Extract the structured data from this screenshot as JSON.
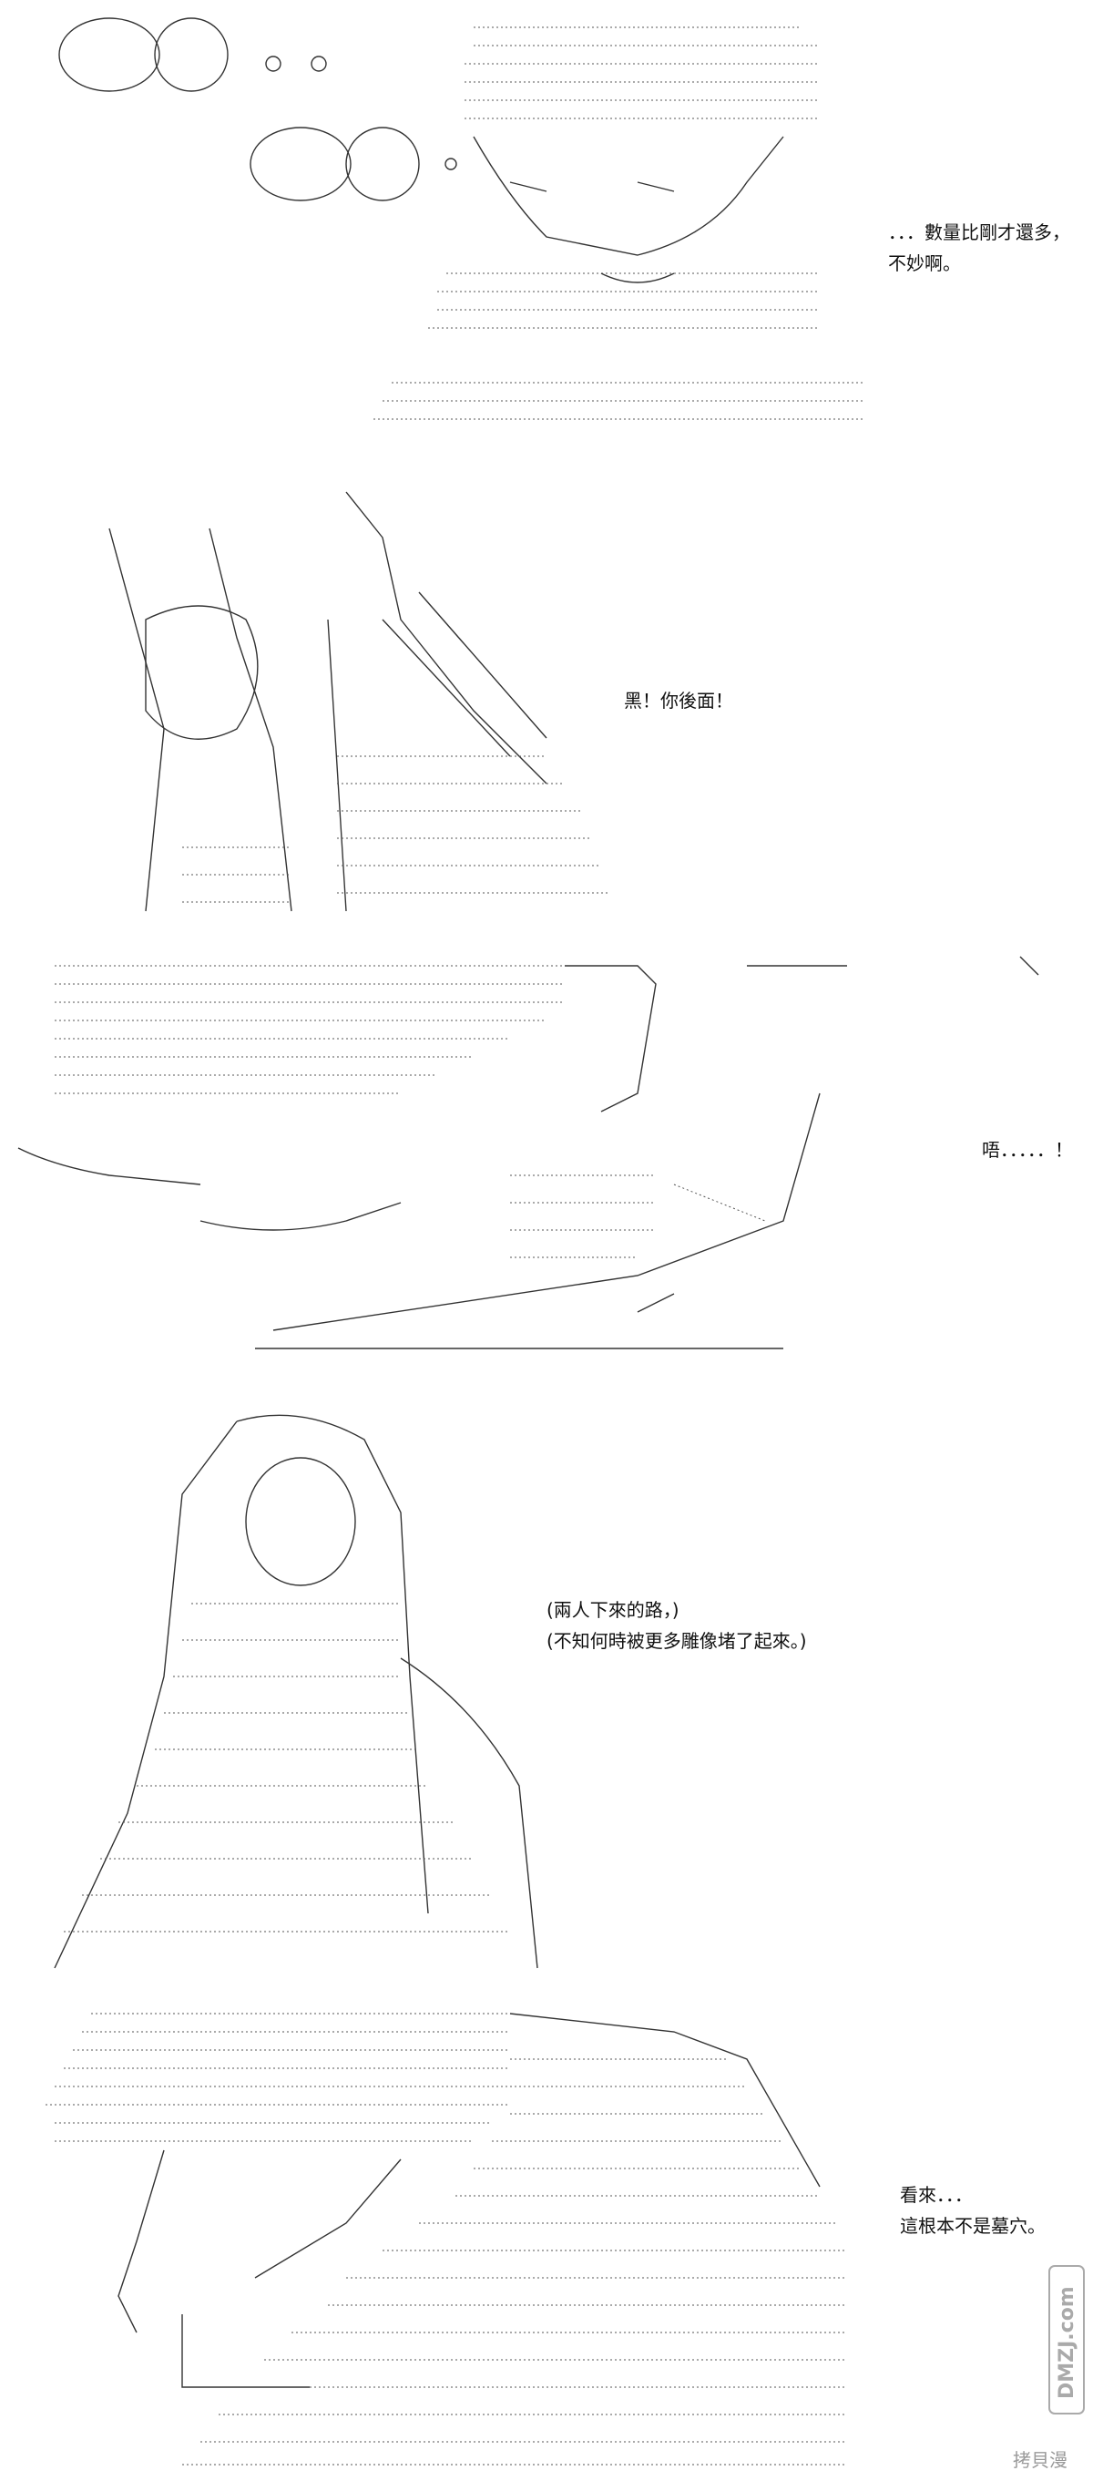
{
  "panels": [
    {
      "caption_lines": [
        "．．．數量比剛才還多，",
        "不妙啊。"
      ]
    },
    {
      "caption_lines": [
        "黑！你後面！"
      ]
    },
    {
      "caption_lines": [
        "唔．．．．．！"
      ]
    },
    {
      "caption_lines": [
        "(兩人下來的路，)",
        "(不知何時被更多雕像堵了起來。)"
      ]
    },
    {
      "caption_lines": [
        "看來．．．",
        "這根本不是墓穴。"
      ]
    }
  ],
  "watermark": "拷貝漫",
  "logo_text": "DMZJ.com"
}
